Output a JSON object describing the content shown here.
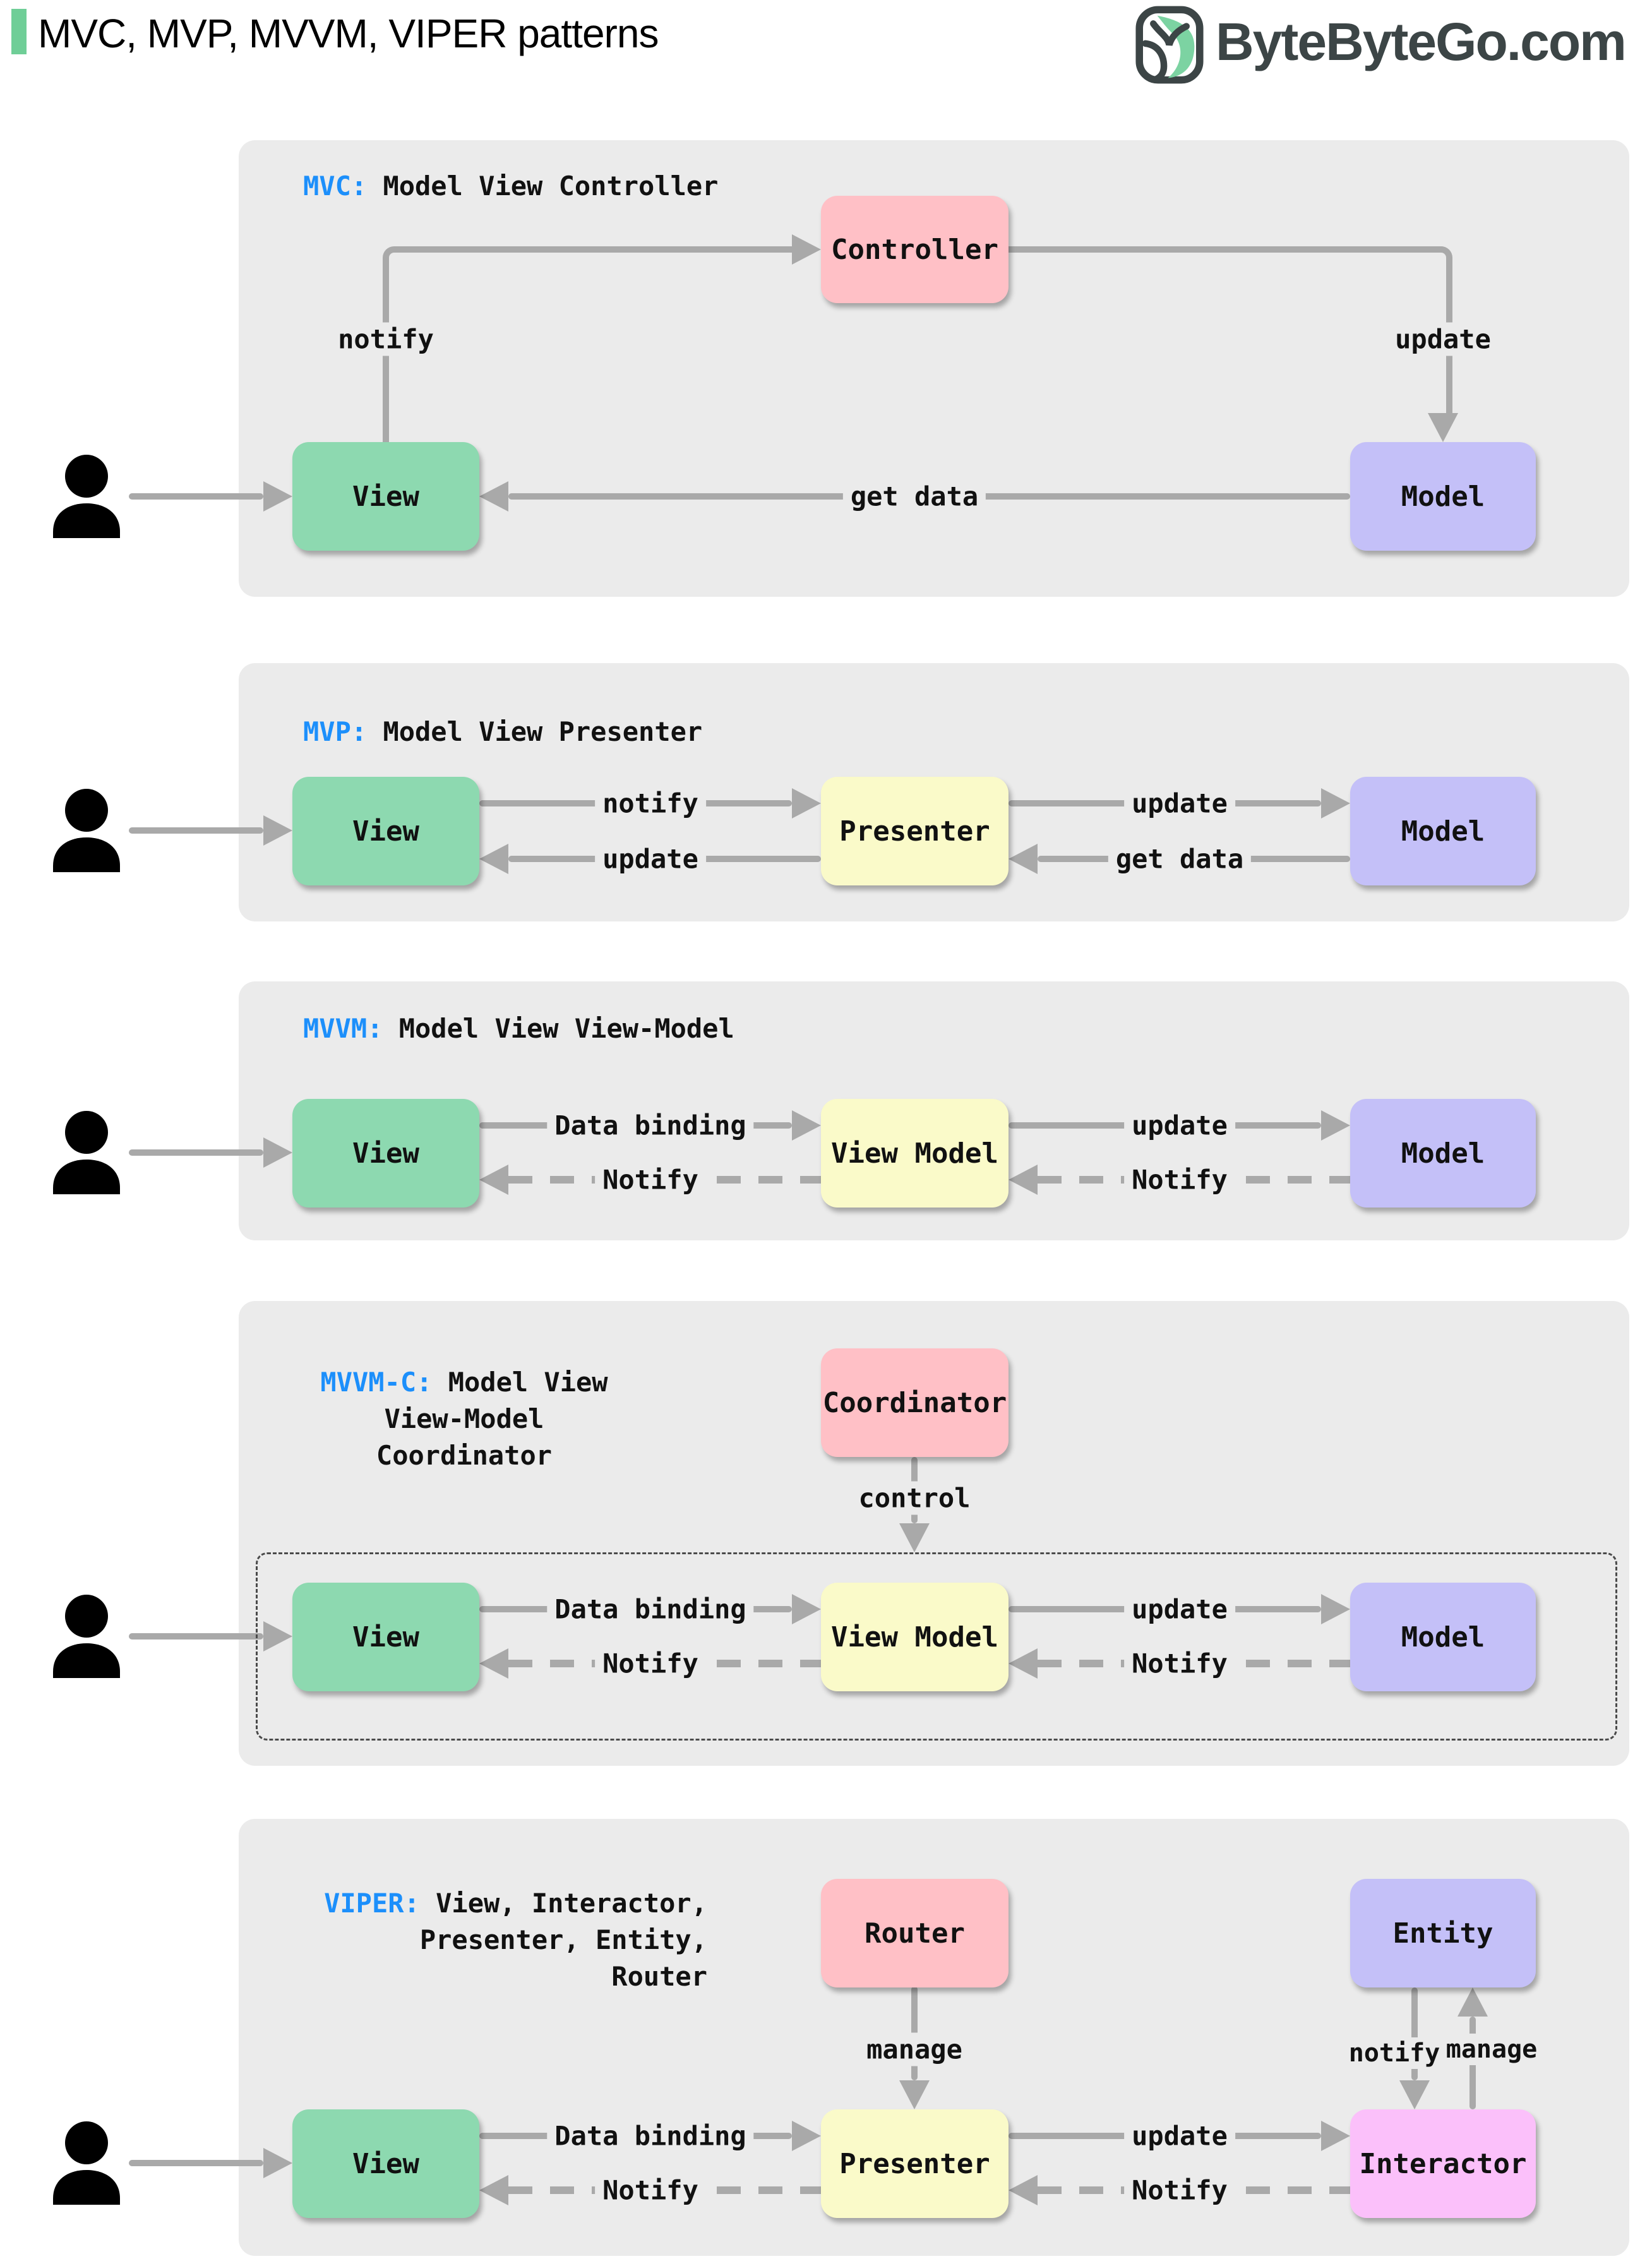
{
  "header": {
    "title": "MVC, MVP, MVVM, VIPER patterns",
    "logo_text": "ByteByteGo.com"
  },
  "colors": {
    "accent_bar": "#6fce97",
    "panel_bg": "#ebebeb",
    "arrow_gray": "#a9a9a9",
    "label_blue": "#1c8ffb",
    "box_green": "#8dd9b0",
    "box_pink": "#ffc0c6",
    "box_purple": "#c4c0f8",
    "box_yellow": "#fafac9",
    "box_magenta": "#fbc0fa",
    "logo_dark": "#3c4546"
  },
  "panels": [
    {
      "name": "MVC",
      "label": {
        "prefix": "MVC:",
        "text": "Model View Controller"
      },
      "boxes": {
        "view": "View",
        "controller": "Controller",
        "model": "Model"
      },
      "arrows": {
        "notify": "notify",
        "update": "update",
        "get_data": "get data"
      }
    },
    {
      "name": "MVP",
      "label": {
        "prefix": "MVP:",
        "text": "Model View Presenter"
      },
      "boxes": {
        "view": "View",
        "presenter": "Presenter",
        "model": "Model"
      },
      "arrows": {
        "notify": "notify",
        "update_to_model": "update",
        "update_to_view": "update",
        "get_data": "get data"
      }
    },
    {
      "name": "MVVM",
      "label": {
        "prefix": "MVVM:",
        "text": "Model View View-Model"
      },
      "boxes": {
        "view": "View",
        "view_model": "View Model",
        "model": "Model"
      },
      "arrows": {
        "data_binding": "Data binding",
        "update": "update",
        "notify_vm_to_view": "Notify",
        "notify_model_to_vm": "Notify"
      }
    },
    {
      "name": "MVVM-C",
      "label": {
        "prefix": "MVVM-C:",
        "line1": "Model View",
        "line2": "View-Model",
        "line3": "Coordinator"
      },
      "boxes": {
        "coordinator": "Coordinator",
        "view": "View",
        "view_model": "View Model",
        "model": "Model"
      },
      "arrows": {
        "control": "control",
        "data_binding": "Data binding",
        "update": "update",
        "notify_vm_to_view": "Notify",
        "notify_model_to_vm": "Notify"
      }
    },
    {
      "name": "VIPER",
      "label": {
        "prefix": "VIPER:",
        "line1": "View, Interactor,",
        "line2": "Presenter, Entity,",
        "line3": "Router"
      },
      "boxes": {
        "router": "Router",
        "entity": "Entity",
        "view": "View",
        "presenter": "Presenter",
        "interactor": "Interactor"
      },
      "arrows": {
        "manage_router": "manage",
        "notify_entity": "notify",
        "manage_entity": "manage",
        "data_binding": "Data binding",
        "update": "update",
        "notify_presenter_to_view": "Notify",
        "notify_interactor_to_presenter": "Notify"
      }
    }
  ]
}
